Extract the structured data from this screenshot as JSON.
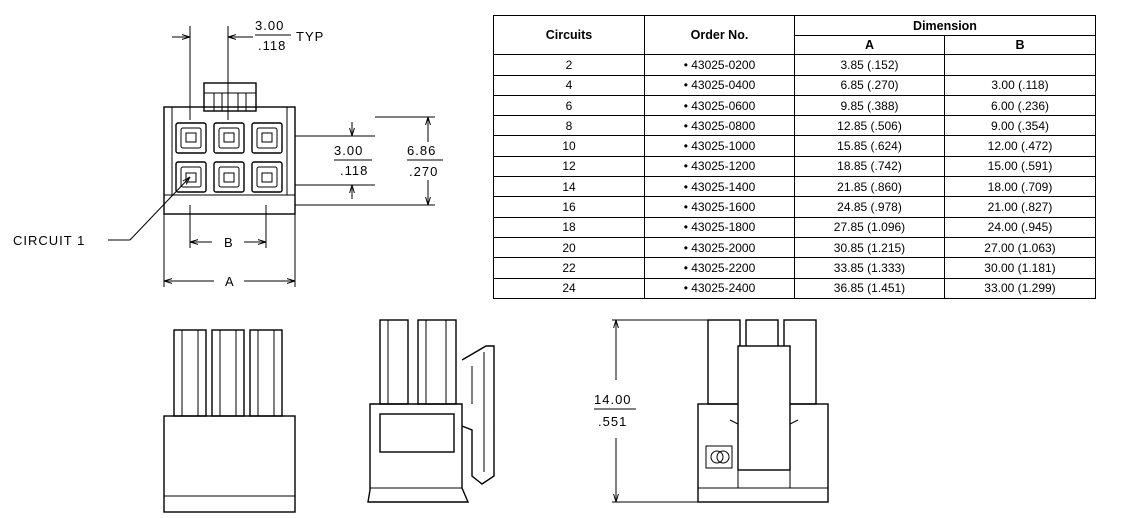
{
  "table": {
    "headers": {
      "circuits": "Circuits",
      "order_no": "Order No.",
      "dimension": "Dimension",
      "dim_a": "A",
      "dim_b": "B"
    },
    "rows": [
      {
        "circuits": "2",
        "order_no": "• 43025-0200",
        "a": "3.85 (.152)",
        "b": ""
      },
      {
        "circuits": "4",
        "order_no": "• 43025-0400",
        "a": "6.85 (.270)",
        "b": "3.00 (.118)"
      },
      {
        "circuits": "6",
        "order_no": "• 43025-0600",
        "a": "9.85 (.388)",
        "b": "6.00 (.236)"
      },
      {
        "circuits": "8",
        "order_no": "• 43025-0800",
        "a": "12.85 (.506)",
        "b": "9.00 (.354)"
      },
      {
        "circuits": "10",
        "order_no": "• 43025-1000",
        "a": "15.85 (.624)",
        "b": "12.00 (.472)"
      },
      {
        "circuits": "12",
        "order_no": "• 43025-1200",
        "a": "18.85 (.742)",
        "b": "15.00 (.591)"
      },
      {
        "circuits": "14",
        "order_no": "• 43025-1400",
        "a": "21.85 (.860)",
        "b": "18.00 (.709)"
      },
      {
        "circuits": "16",
        "order_no": "• 43025-1600",
        "a": "24.85 (.978)",
        "b": "21.00 (.827)"
      },
      {
        "circuits": "18",
        "order_no": "• 43025-1800",
        "a": "27.85 (1.096)",
        "b": "24.00 (.945)"
      },
      {
        "circuits": "20",
        "order_no": "• 43025-2000",
        "a": "30.85 (1.215)",
        "b": "27.00 (1.063)"
      },
      {
        "circuits": "22",
        "order_no": "• 43025-2200",
        "a": "33.85 (1.333)",
        "b": "30.00 (1.181)"
      },
      {
        "circuits": "24",
        "order_no": "• 43025-2400",
        "a": "36.85 (1.451)",
        "b": "33.00 (1.299)"
      }
    ]
  },
  "drawing": {
    "pitch_mm": "3.00",
    "pitch_in": ".118",
    "pitch_suffix": "TYP",
    "row_pitch_mm": "3.00",
    "row_pitch_in": ".118",
    "height_mm": "6.86",
    "height_in": ".270",
    "circuit_label": "CIRCUIT  1",
    "dim_a_label": "A",
    "dim_b_label": "B",
    "overall_height_mm": "14.00",
    "overall_height_in": ".551"
  }
}
